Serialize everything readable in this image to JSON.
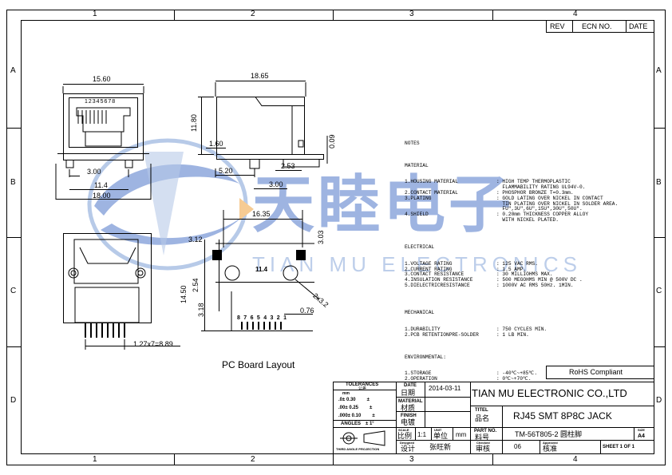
{
  "zones": {
    "cols": [
      "1",
      "2",
      "3",
      "4"
    ],
    "rows": [
      "A",
      "B",
      "C",
      "D"
    ]
  },
  "revision_block": {
    "rev": "REV",
    "ecn": "ECN NO.",
    "date": "DATE"
  },
  "dimensions": {
    "front_width": "15.60",
    "pin_numbers": "12345678",
    "front_span": "11.4",
    "front_total": "18.00",
    "front_post": "3.00",
    "side_width": "18.65",
    "side_height": "11.80",
    "side_offset": "1.60",
    "side_leg": "5.20",
    "side_pitch": "2.53",
    "side_post": "3.00",
    "side_lead": "0.09",
    "pcb_width": "16.35",
    "pcb_left": "3.12",
    "pcb_right": "3.03",
    "pcb_span": "11.4",
    "pcb_height": "14.50",
    "pcb_row": "2.54",
    "pcb_row2": "3.18",
    "pcb_pad": "0.76",
    "pcb_hole": "2x3.2",
    "pcb_pins": [
      "8",
      "7",
      "6",
      "5",
      "4",
      "3",
      "2",
      "1"
    ],
    "pitch": "1.27x7=8.89"
  },
  "pcb_layout_label": "PC Board Layout",
  "watermark": {
    "cn": "天睦电子",
    "en": "TIAN MU ELECTRONICS"
  },
  "notes": {
    "title": "NOTES",
    "material_head": "MATERIAL",
    "material": [
      [
        "1.HOUSING MATERIAL",
        ": HIGH TEMP THERMOPLASTIC"
      ],
      [
        "",
        "  FLAMMABILITY RATING UL94V-0."
      ],
      [
        "2.CONTACT MATERIAL",
        ": PHOSPHOR BRONZE T=0.3mm."
      ],
      [
        "3.PLATING",
        ": GOLD LATING OVER NICKEL IN CONTACT"
      ],
      [
        "",
        "  TIN PLATING OVER NICKEL IN SOLDER AREA."
      ],
      [
        "",
        "  FU\",3U\",6U\",15U\",30U\",50U\"."
      ],
      [
        "4.SHIELD",
        ": 0.20mm THICKNESS COPPER ALLOY"
      ],
      [
        "",
        "  WITH NICKEL PLATED."
      ]
    ],
    "electrical_head": "ELECTRICAL",
    "electrical": [
      [
        "1.VOLTAGE RATING",
        ": 125 VAC RMS."
      ],
      [
        "2.CURRENT RATING",
        ": 1.5 AMP."
      ],
      [
        "3.CONTACT RESISTANCE",
        ": 30 MILLIOHMS MAX."
      ],
      [
        "4.INSULATION RESISTANCE",
        ": 500 MEGOHMS MIN @ 500V DC ."
      ],
      [
        "5.DIELECTRICRESISTANCE",
        ": 1000V AC RMS 50Hz. 1MIN."
      ]
    ],
    "mechanical_head": "MECHANICAL",
    "mechanical": [
      [
        "1.DURABILITY",
        ": 750 CYCLES MIN."
      ],
      [
        "2.PCB RETENTIONPRE-SOLDER",
        ": 1 LB MIN."
      ]
    ],
    "environmental_head": "ENVIRONMENTAL:",
    "environmental": [
      [
        "1.STORAGE",
        ": -40℃~+85℃."
      ],
      [
        "2.OPERATION",
        ": 0℃~+70℃."
      ]
    ]
  },
  "title_block": {
    "rohs": "RoHS Compliant",
    "tolerances": "TOLERANCES",
    "tolerances_cn": "公差",
    "mm": "mm",
    "tol_rows": [
      [
        ".0±",
        "0.30",
        "±",
        ""
      ],
      [
        ".00±",
        "0.25",
        "±",
        ""
      ],
      [
        ".000±",
        "0.10",
        "±",
        ""
      ]
    ],
    "angles": "ANGLES",
    "angles_val": "±   1°",
    "projection": "THIRD ANGLE PROJECTION",
    "date_label": "DATE",
    "date_cn": "日期",
    "date_value": "2014-03-11",
    "material_label": "MATERIAL",
    "material_cn": "材质",
    "finish_label": "FINISH",
    "finish_cn": "电镀",
    "scale_label": "SCALE",
    "scale_cn": "比例",
    "scale_value": "1:1",
    "unit_label": "UNIT",
    "unit_cn": "单位",
    "unit_value": "mm",
    "designed_label": "Designed",
    "designed_cn": "设计",
    "designer": "张旺新",
    "company": "TIAN MU ELECTRONIC CO.,LTD",
    "title_label": "TITEL",
    "title_cn": "品名",
    "title_value": "RJ45 SMT 8P8C JACK",
    "partno_label": "PART NO.",
    "partno_cn": "料号",
    "partno_value": "TM-56T805-2 圆柱脚",
    "size_label": "SIZE",
    "size_value": "A4",
    "checked_label": "Checked",
    "checked_cn": "审核",
    "checked_value": "06",
    "approved_label": "Approved",
    "approved_cn": "核准",
    "sheet": "SHEET 1 OF 1"
  }
}
